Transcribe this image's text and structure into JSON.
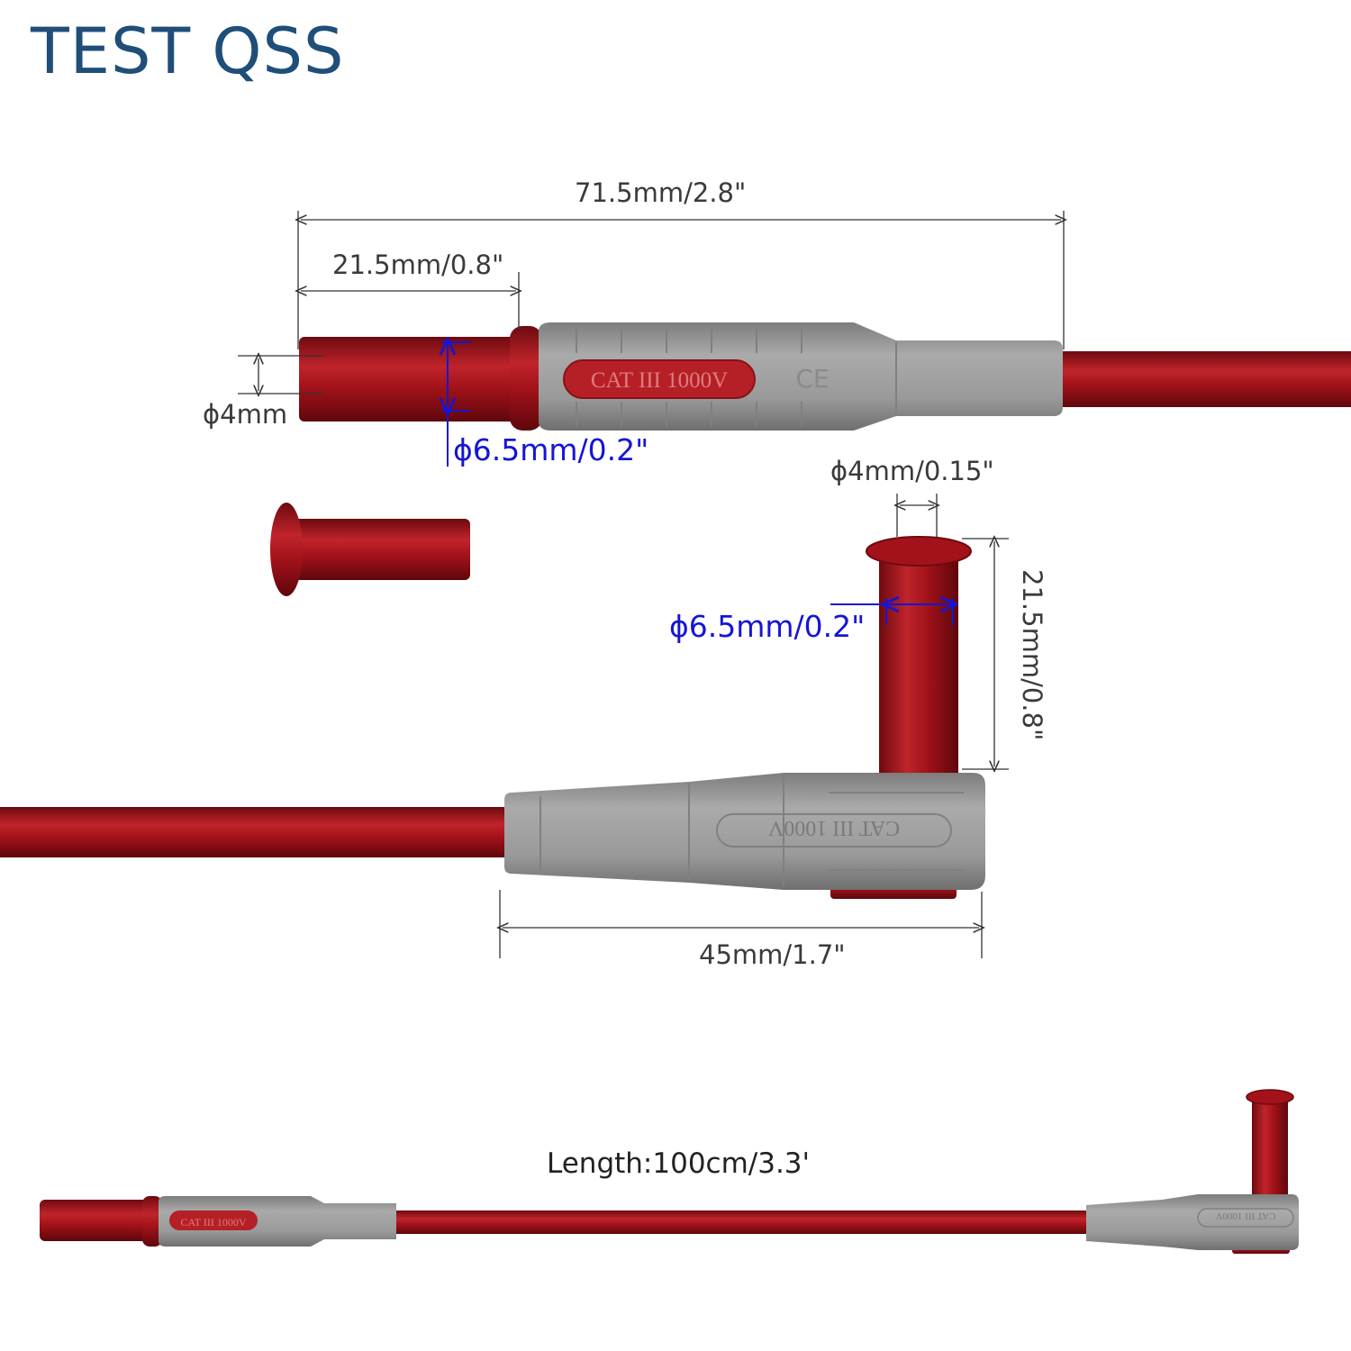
{
  "brand": "TEST QSS",
  "colors": {
    "brand_blue": "#1f4e79",
    "lead_red": "#a3121a",
    "housing_gray": "#9a9a9a",
    "dimension_blue": "#1515d6"
  },
  "straight_plug": {
    "marking": "CAT III 1000V",
    "overall_length_label": "71.5mm/2.8\"",
    "sleeve_length_label": "21.5mm/0.8\"",
    "pin_diameter_label": "ϕ4mm",
    "sleeve_diameter_label": "ϕ6.5mm/0.2\""
  },
  "right_angle_plug": {
    "marking": "CAT III 1000V",
    "pin_diameter_label": "ϕ4mm/0.15\"",
    "sleeve_diameter_label": "ϕ6.5mm/0.2\"",
    "sleeve_length_label": "21.5mm/0.8\"",
    "body_length_label": "45mm/1.7\""
  },
  "cable": {
    "length_label": "Length:100cm/3.3'"
  }
}
